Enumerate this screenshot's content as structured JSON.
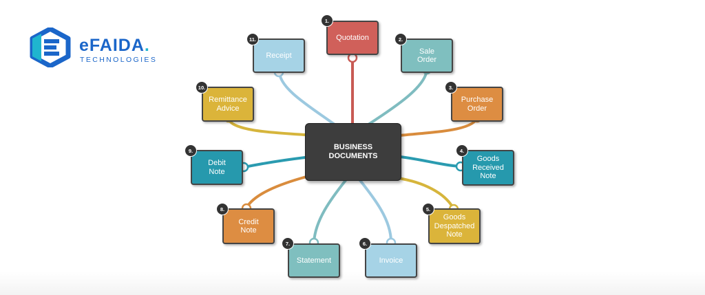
{
  "logo": {
    "name": "eFAIDA",
    "dot": ".",
    "subtitle": "TECHNOLOGIES",
    "icon": "efaida-logo-icon"
  },
  "hub": {
    "label": "BUSINESS\nDOCUMENTS",
    "color": "#3d3d3d"
  },
  "wire_colors": {
    "red": "#c85a54",
    "teal": "#7fbcc0",
    "orange": "#d98c3d",
    "cyan": "#2a9bb0",
    "yellow": "#d6b53c",
    "blue": "#9cc9e0"
  },
  "nodes": [
    {
      "id": "quotation",
      "number": "1.",
      "label": "Quotation",
      "color": "#d0605a"
    },
    {
      "id": "sale-order",
      "number": "2.",
      "label": "Sale\nOrder",
      "color": "#7fbfbf"
    },
    {
      "id": "purchase-order",
      "number": "3.",
      "label": "Purchase\nOrder",
      "color": "#dd8d42"
    },
    {
      "id": "goods-received-note",
      "number": "4.",
      "label": "Goods\nReceived\nNote",
      "color": "#2699ad"
    },
    {
      "id": "goods-despatched-note",
      "number": "5.",
      "label": "Goods\nDespatched\nNote",
      "color": "#dbb43a"
    },
    {
      "id": "invoice",
      "number": "6.",
      "label": "Invoice",
      "color": "#a6d3e6"
    },
    {
      "id": "statement",
      "number": "7.",
      "label": "Statement",
      "color": "#7fbfbf"
    },
    {
      "id": "credit-note",
      "number": "8.",
      "label": "Credit\nNote",
      "color": "#dd8d42"
    },
    {
      "id": "debit-note",
      "number": "9.",
      "label": "Debit\nNote",
      "color": "#2699ad"
    },
    {
      "id": "remittance-advice",
      "number": "10.",
      "label": "Remittance\nAdvice",
      "color": "#dbb43a"
    },
    {
      "id": "receipt",
      "number": "11.",
      "label": "Receipt",
      "color": "#a6d3e6"
    }
  ]
}
